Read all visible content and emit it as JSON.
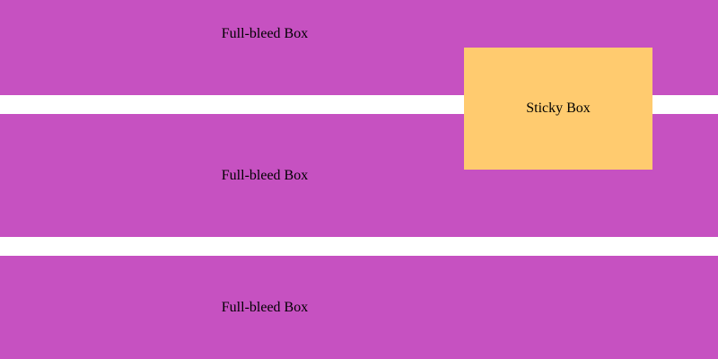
{
  "colors": {
    "full_bleed": "#c651c1",
    "sticky": "#ffcb6f",
    "gap": "#ffffff"
  },
  "full_bleed_boxes": [
    {
      "label": "Full-bleed Box"
    },
    {
      "label": "Full-bleed Box"
    },
    {
      "label": "Full-bleed Box"
    }
  ],
  "sticky_box": {
    "label": "Sticky Box"
  }
}
